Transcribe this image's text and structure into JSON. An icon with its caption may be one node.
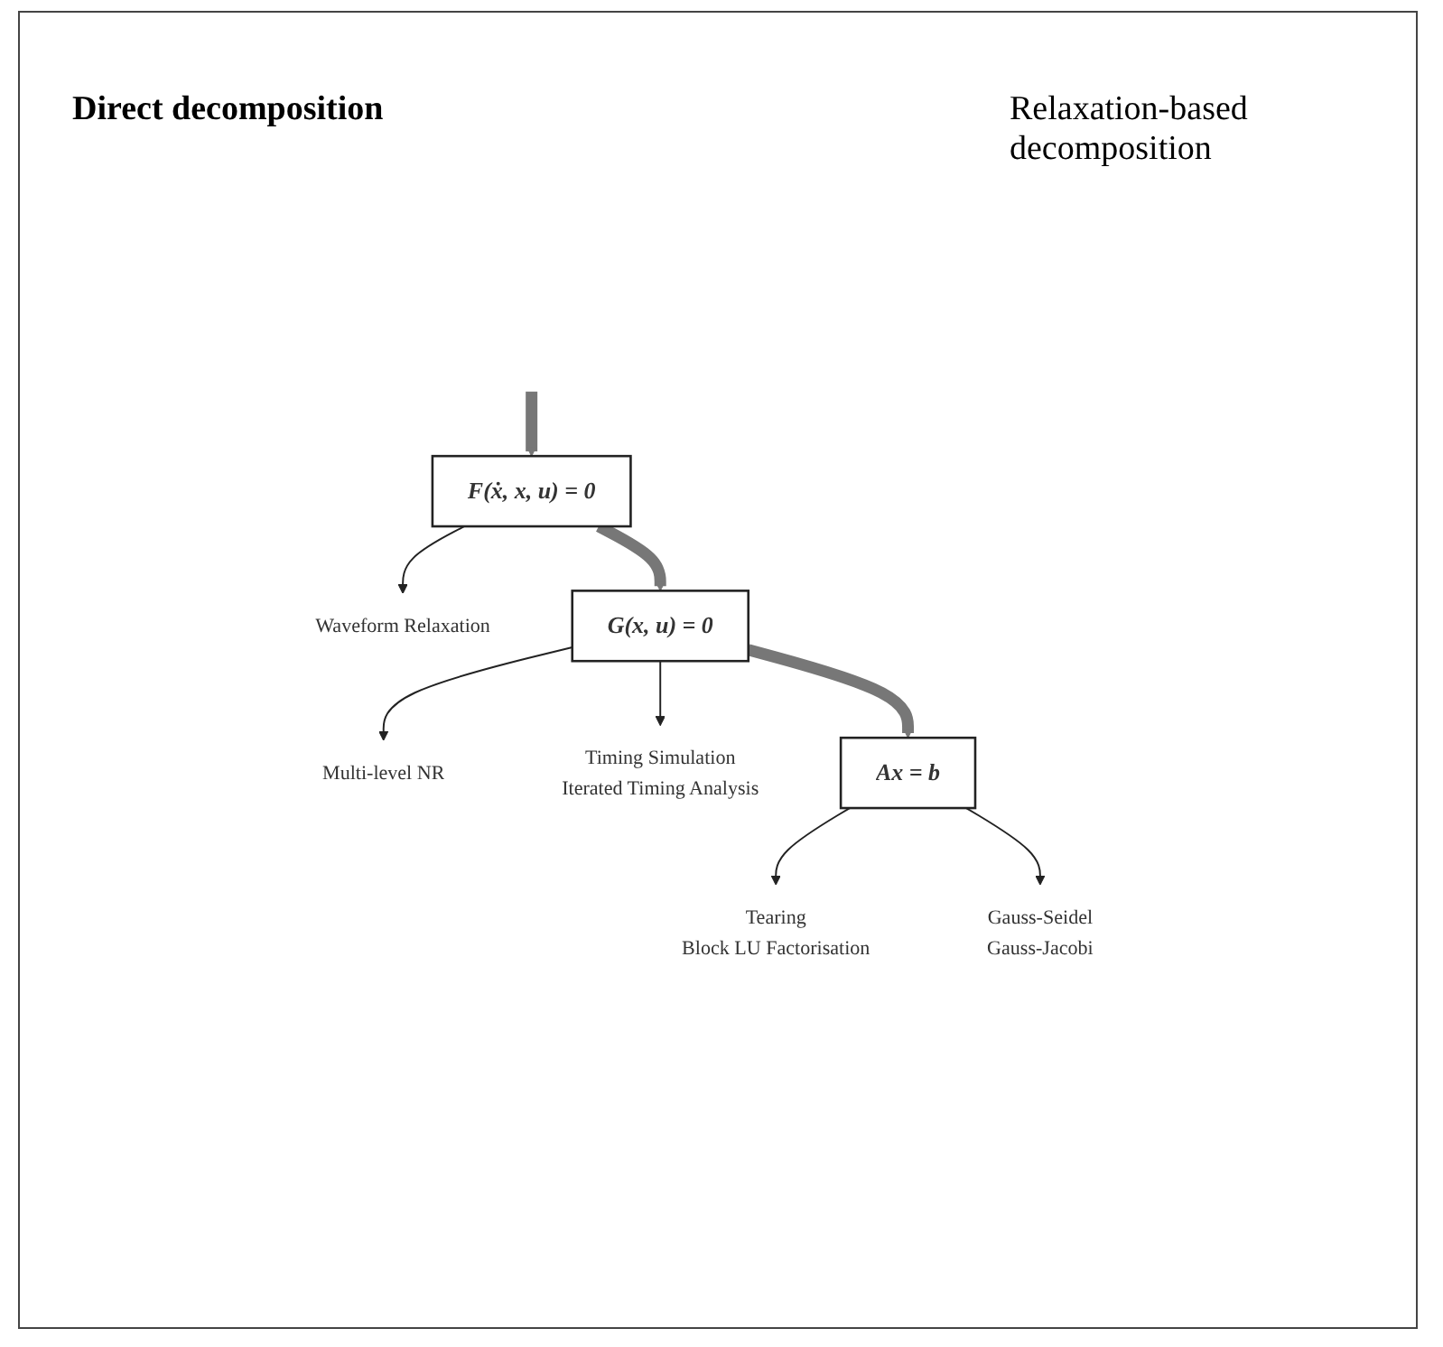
{
  "diagram": {
    "nodes": [
      {
        "text": [
          "F(ẋ, x, u) = 0"
        ]
      },
      {
        "text": [
          "Waveform Relaxation"
        ]
      },
      {
        "text": [
          "G(x, u) = 0"
        ]
      },
      {
        "text": [
          "Multi-level NR"
        ]
      },
      {
        "text": [
          "Timing Simulation",
          "Iterated Timing Analysis"
        ]
      },
      {
        "text": [
          "Ax = b"
        ]
      },
      {
        "text": [
          "Tearing",
          "Block LU Factorisation"
        ]
      },
      {
        "text": [
          "Gauss-Seidel",
          "Gauss-Jacobi"
        ]
      }
    ],
    "edges": [
      {
        "from": null,
        "to": 0,
        "arrow": "to",
        "style": "thick",
        "color": "#777777"
      },
      {
        "from": 0,
        "to": 1,
        "arrow": "to"
      },
      {
        "from": 0,
        "to": 2,
        "arrow": "to",
        "style": "thick",
        "color": "#777777"
      },
      {
        "from": 2,
        "to": 3,
        "arrow": "to"
      },
      {
        "from": 2,
        "to": 4,
        "arrow": "to"
      },
      {
        "from": 2,
        "to": 5,
        "arrow": "to",
        "style": "thick",
        "color": "#777777"
      },
      {
        "from": 5,
        "to": 6,
        "arrow": "to"
      },
      {
        "from": 5,
        "to": 7,
        "arrow": "to"
      }
    ],
    "labels": [
      "Direct decomposition",
      "Relaxation-based decomposition"
    ]
  }
}
